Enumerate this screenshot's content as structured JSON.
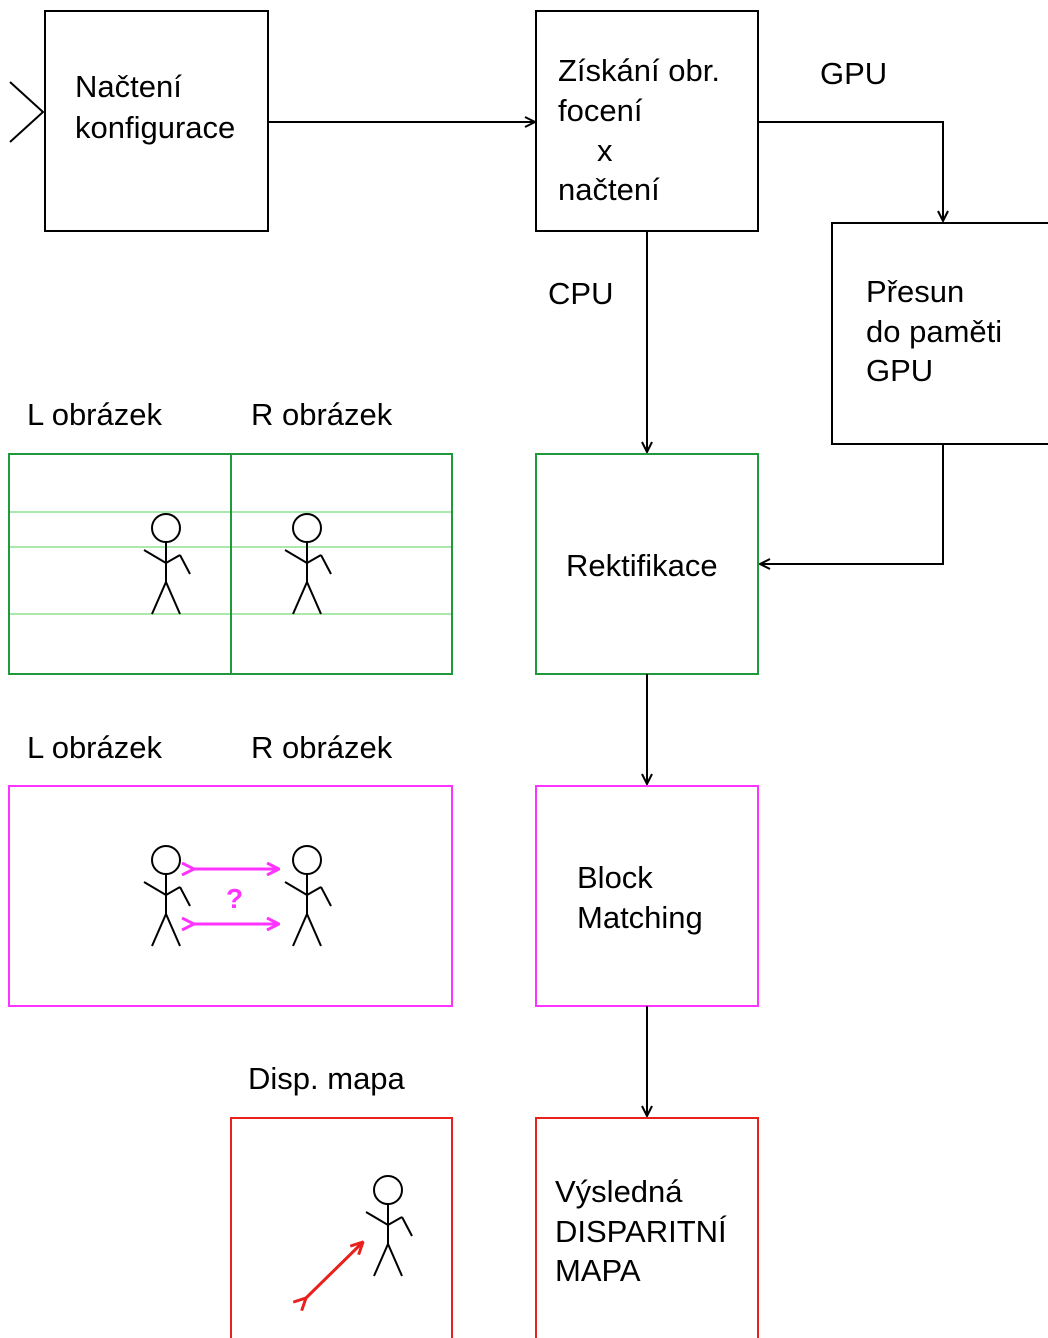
{
  "nodes": {
    "load_config": [
      "Načtení",
      "konfigurace"
    ],
    "acquire": [
      "Získání obr.",
      "focení",
      "x",
      "načtení"
    ],
    "gpu_transfer": [
      "Přesun",
      "do paměti",
      "GPU"
    ],
    "rectification": "Rektifikace",
    "block_matching": [
      "Block",
      "Matching"
    ],
    "result": [
      "Výsledná",
      "DISPARITNÍ",
      "MAPA"
    ]
  },
  "edge_labels": {
    "gpu": "GPU",
    "cpu": "CPU"
  },
  "illustrations": {
    "rectified_pair": {
      "left_label": "L obrázek",
      "right_label": "R obrázek"
    },
    "matching_pair": {
      "left_label": "L obrázek",
      "right_label": "R obrázek",
      "question_mark": "?"
    },
    "disparity_map": {
      "label": "Disp. mapa"
    }
  },
  "colors": {
    "rectification": "#1e9a3c",
    "rectification_lines": "#8fe08f",
    "block_matching": "#ff33ff",
    "result": "#e8211e",
    "stroke": "#000000"
  }
}
